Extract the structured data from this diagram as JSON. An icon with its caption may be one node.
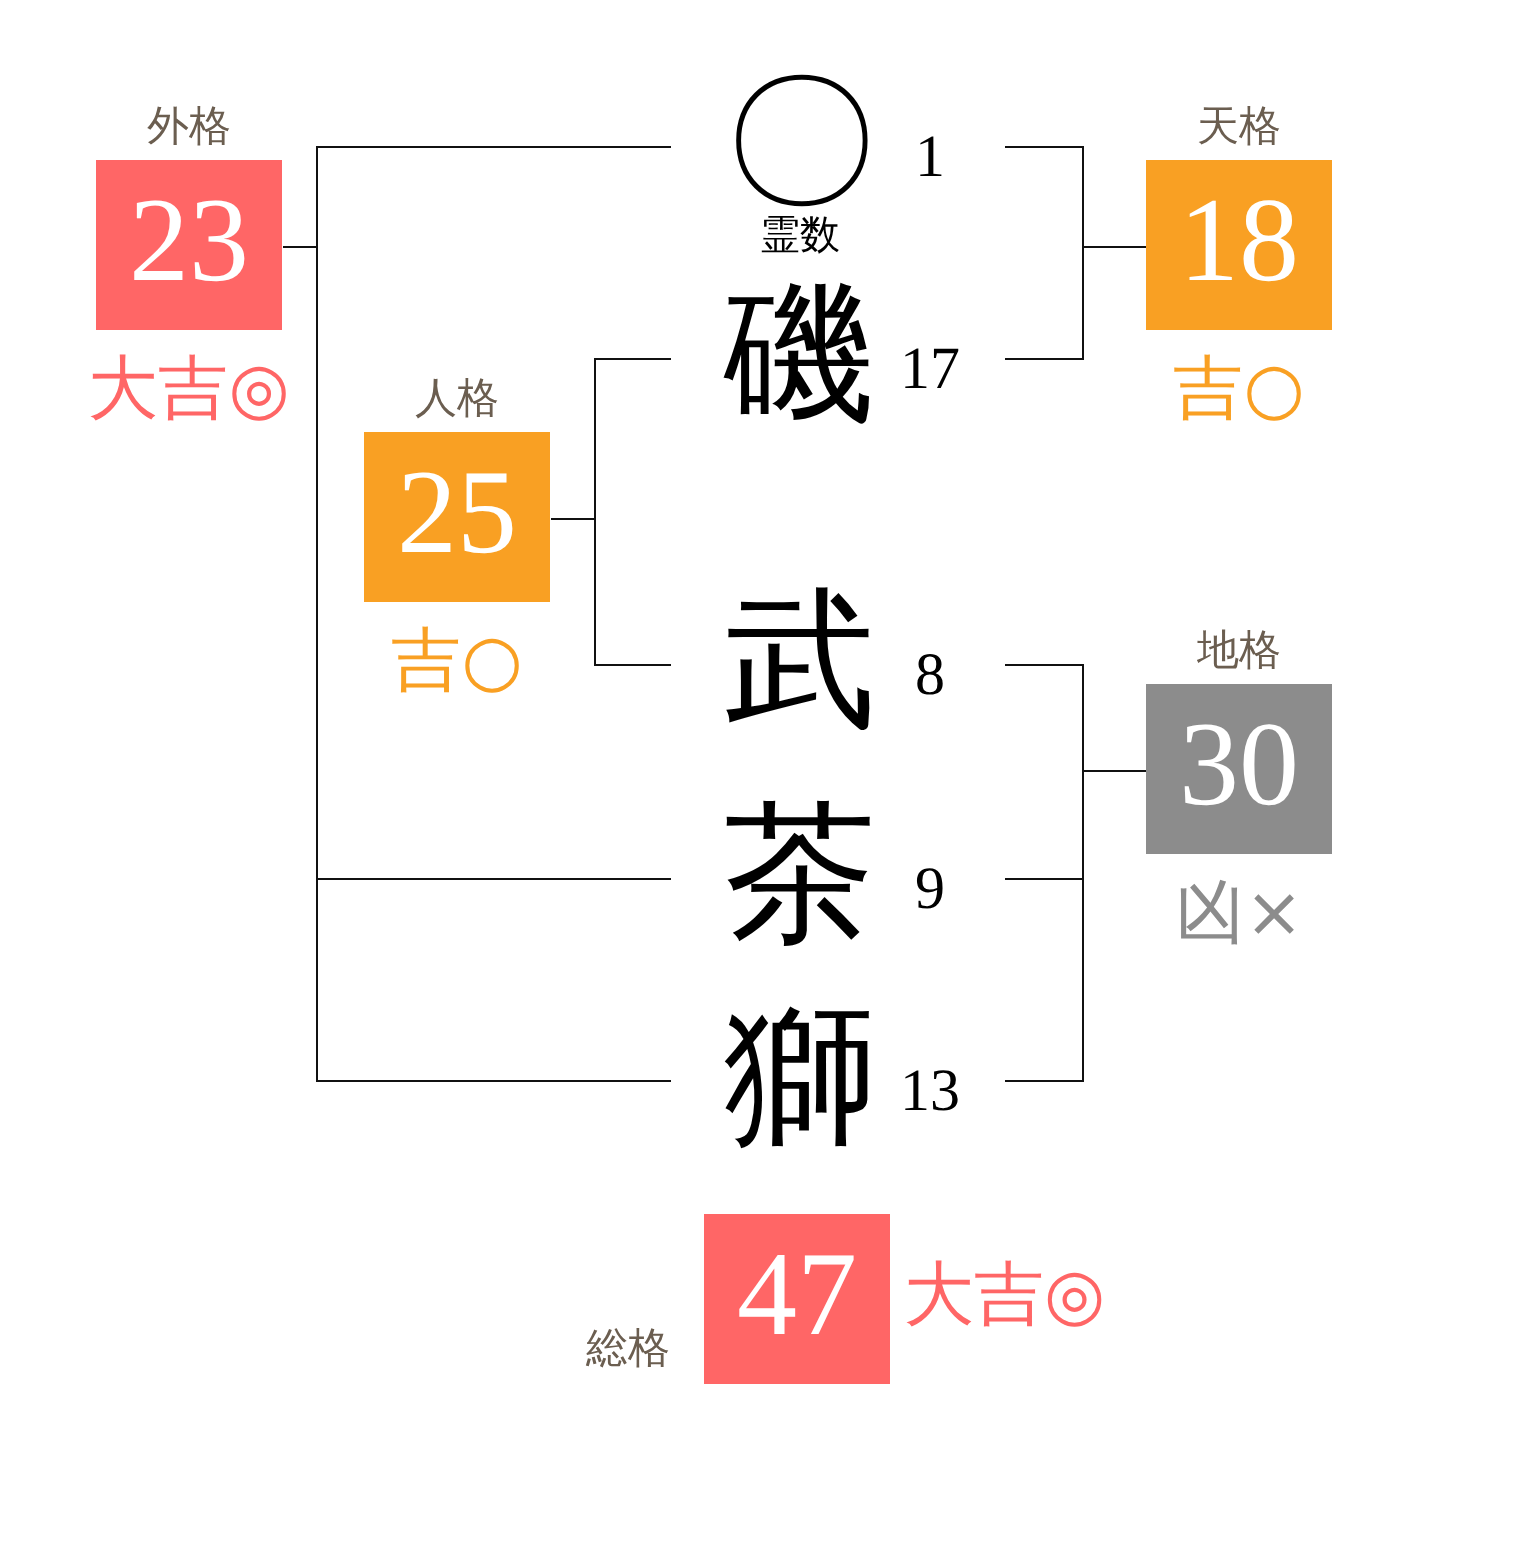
{
  "diagram": {
    "nodes": [
      {
        "text": [
          "外格",
          "23"
        ],
        "beside": [
          "大吉◎"
        ]
      },
      {
        "text": [
          "〇"
        ],
        "beside": [
          "1",
          "霊数"
        ]
      },
      {
        "text": [
          "天格",
          "18"
        ],
        "beside": [
          "吉○"
        ]
      },
      {
        "text": [
          "磯"
        ],
        "beside": [
          "17"
        ]
      },
      {
        "text": [
          "人格",
          "25"
        ],
        "beside": [
          "吉○"
        ]
      },
      {
        "text": [
          "武"
        ],
        "beside": [
          "8"
        ]
      },
      {
        "text": [
          "地格",
          "30"
        ],
        "beside": [
          "凶×"
        ]
      },
      {
        "text": [
          "茶"
        ],
        "beside": [
          "9"
        ]
      },
      {
        "text": [
          "獅"
        ],
        "beside": [
          "13"
        ]
      },
      {
        "text": [
          "総格",
          "47"
        ],
        "beside": [
          "大吉◎"
        ]
      }
    ],
    "edges": [
      {
        "from": 1,
        "to": 0,
        "arrow": "none"
      },
      {
        "from": 7,
        "to": 0,
        "arrow": "none"
      },
      {
        "from": 8,
        "to": 0,
        "arrow": "none"
      },
      {
        "from": 1,
        "to": 2,
        "arrow": "none"
      },
      {
        "from": 3,
        "to": 2,
        "arrow": "none"
      },
      {
        "from": 3,
        "to": 4,
        "arrow": "none"
      },
      {
        "from": 5,
        "to": 4,
        "arrow": "none"
      },
      {
        "from": 5,
        "to": 6,
        "arrow": "none"
      },
      {
        "from": 7,
        "to": 6,
        "arrow": "none"
      },
      {
        "from": 8,
        "to": 6,
        "arrow": "none"
      }
    ]
  }
}
